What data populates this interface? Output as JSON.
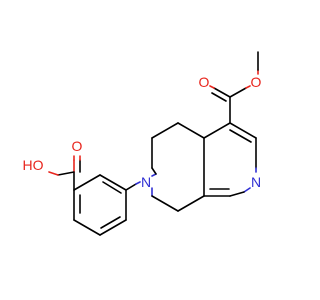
{
  "atoms": {
    "carbonyl_o_acid": "O",
    "hydroxyl": "HO",
    "carbonyl_o_ester": "O",
    "ester_o": "O",
    "ring_n_amine": "N",
    "ring_n_pyridine": "N"
  },
  "colors": {
    "bond": "#000000",
    "oxygen": "#e8261e",
    "nitrogen": "#2f2fd3",
    "background": "#ffffff"
  }
}
